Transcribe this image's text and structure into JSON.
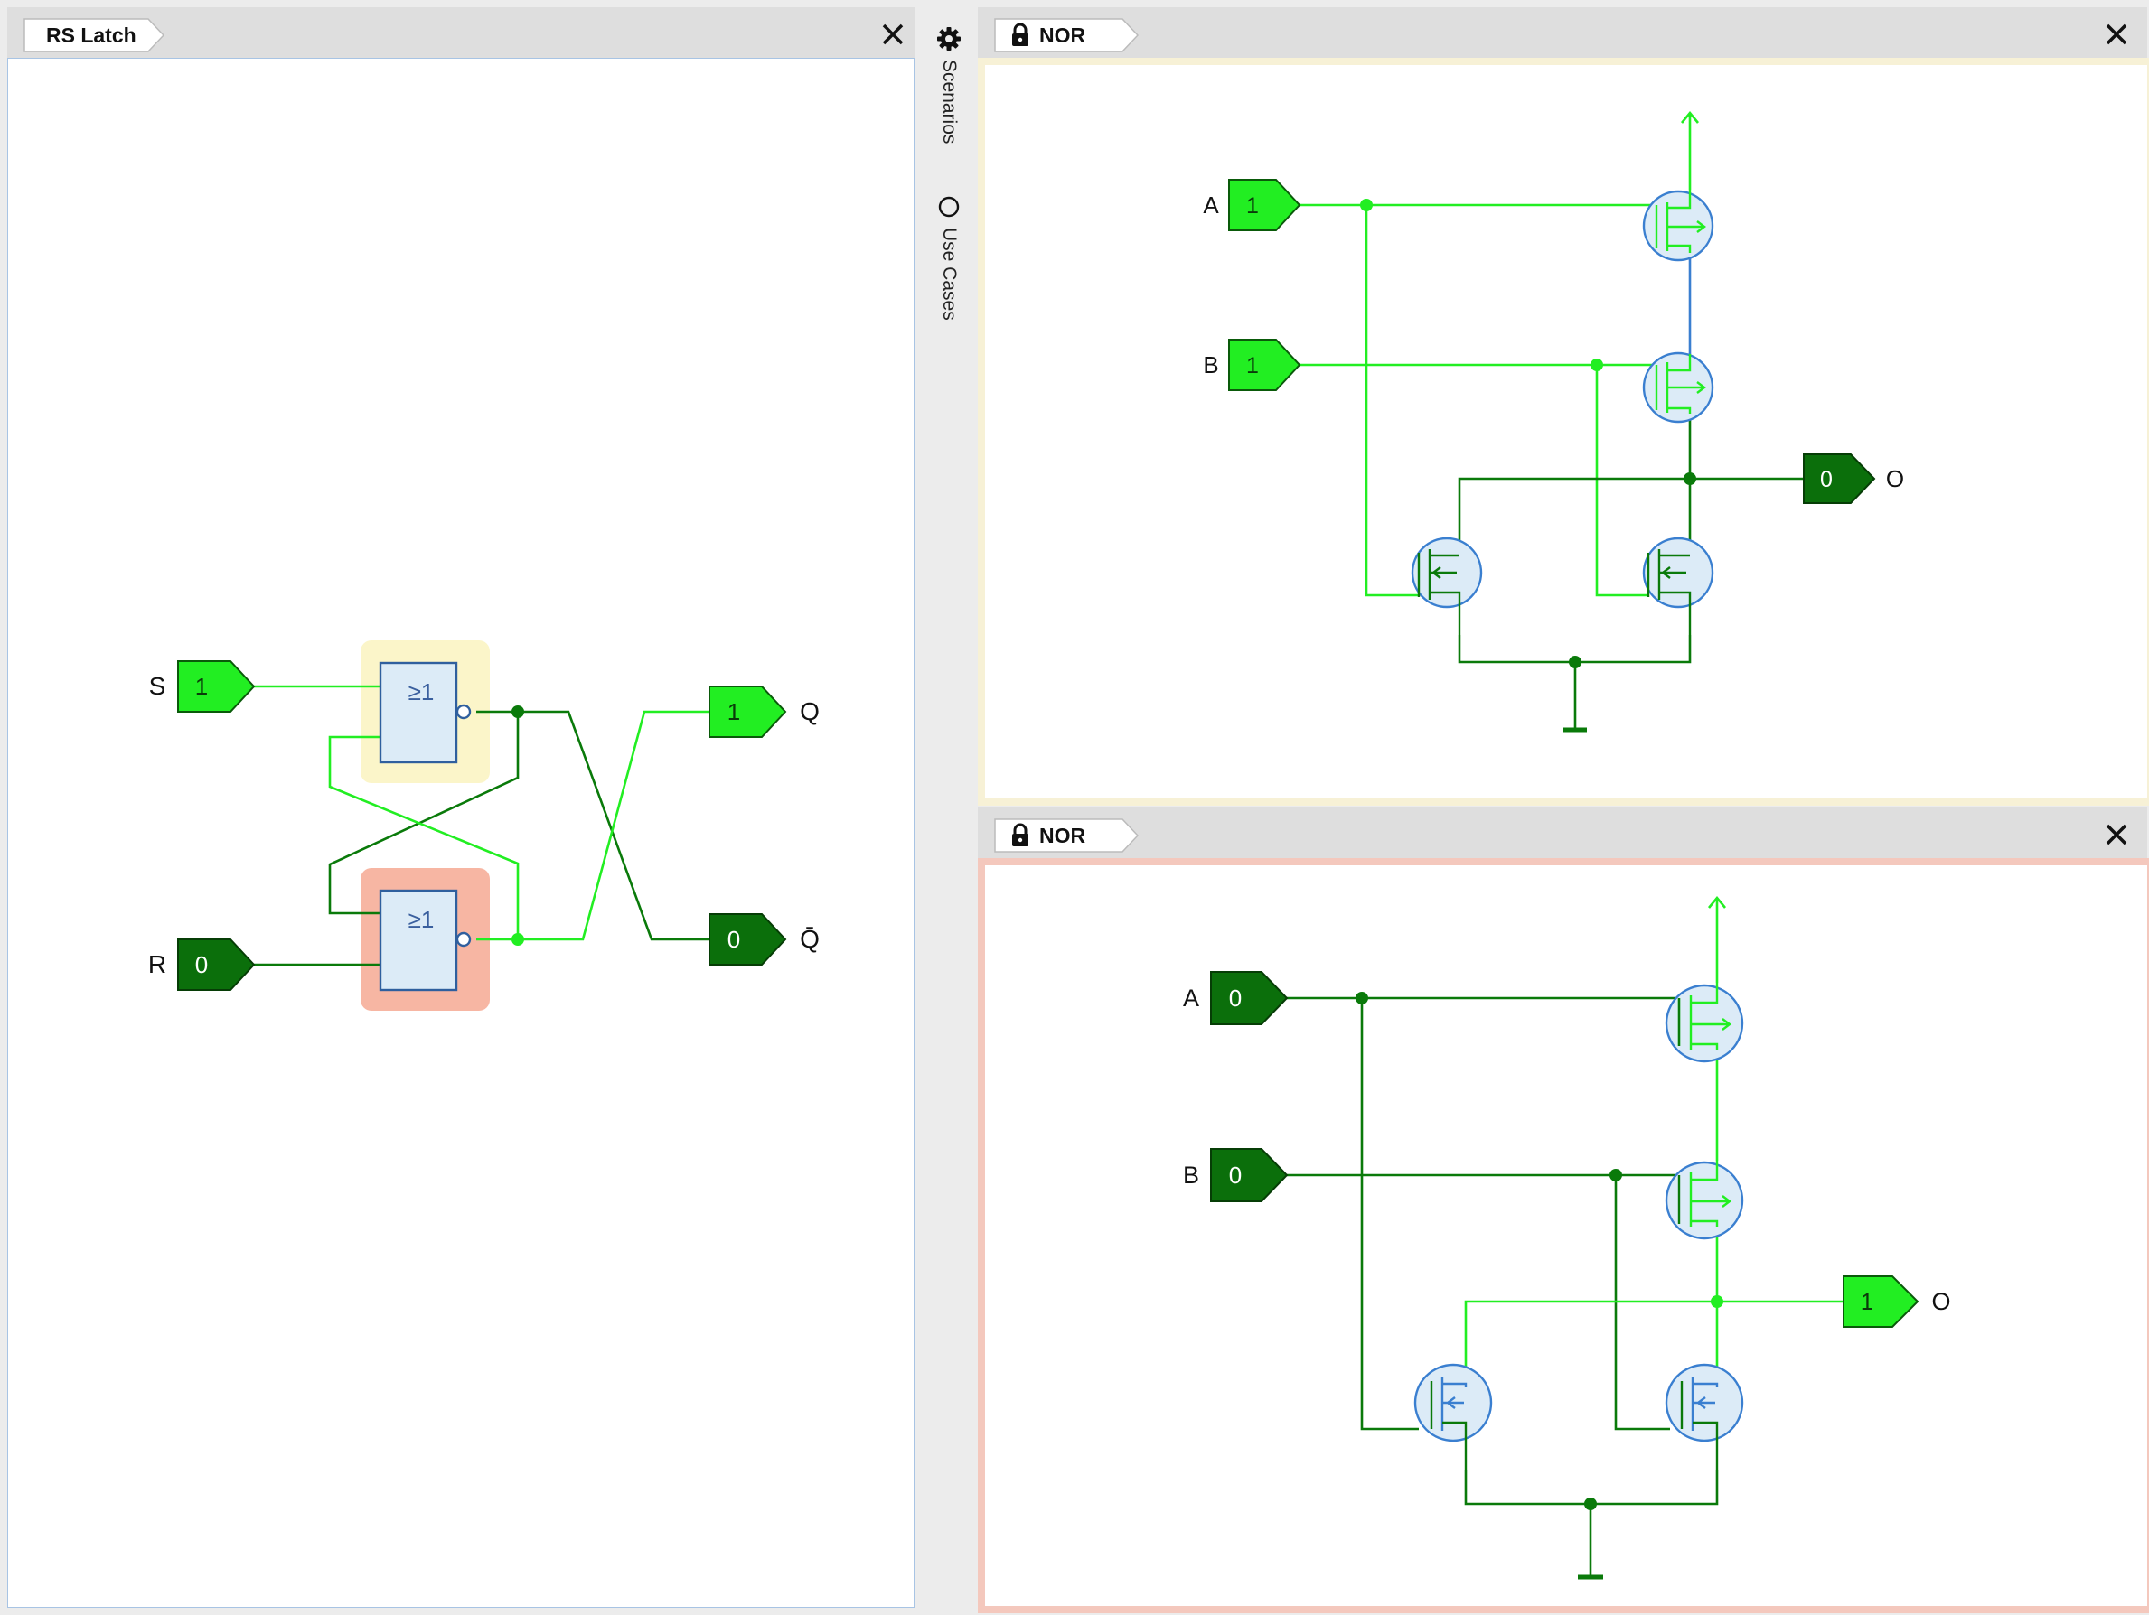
{
  "left_tab": {
    "title": "RS Latch"
  },
  "top_right_tab": {
    "title": "NOR"
  },
  "bottom_right_tab": {
    "title": "NOR"
  },
  "sidebar": {
    "items": [
      {
        "label": "Scenarios",
        "icon": "gear-icon"
      },
      {
        "label": "Use Cases",
        "icon": "circle-icon"
      }
    ]
  },
  "rs_latch": {
    "inputs": [
      {
        "name": "S",
        "value": "1"
      },
      {
        "name": "R",
        "value": "0"
      }
    ],
    "outputs": [
      {
        "name": "Q",
        "value": "1"
      },
      {
        "name": "Q̄",
        "value": "0"
      }
    ],
    "gate_label": "≥1"
  },
  "nor_top": {
    "inputs": [
      {
        "name": "A",
        "value": "1"
      },
      {
        "name": "B",
        "value": "1"
      }
    ],
    "output": {
      "name": "O",
      "value": "0"
    }
  },
  "nor_bottom": {
    "inputs": [
      {
        "name": "A",
        "value": "0"
      },
      {
        "name": "B",
        "value": "0"
      }
    ],
    "output": {
      "name": "O",
      "value": "1"
    }
  },
  "colors": {
    "wire_on": "#22ee22",
    "wire_off": "#0a7a0a",
    "pin_on": "#22ee22",
    "pin_off": "#0b6f0b",
    "transistor_fill": "#dcebf7",
    "transistor_stroke": "#3a7fd0",
    "gate_highlight_top": "#fbf5c9",
    "gate_highlight_bottom": "#f7b6a3"
  }
}
